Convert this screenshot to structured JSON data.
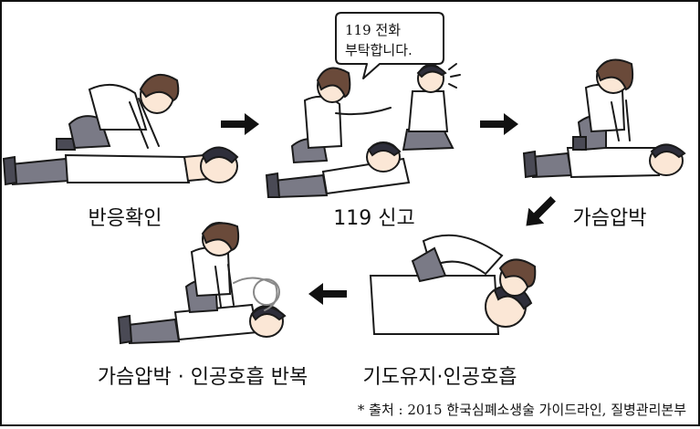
{
  "steps": [
    {
      "label": "반응확인"
    },
    {
      "label": "119 신고"
    },
    {
      "label": "가슴압박"
    },
    {
      "label": "기도유지·인공호흡"
    },
    {
      "label": "가슴압박 · 인공호흡 반복"
    }
  ],
  "speech_bubble": {
    "line1": "119 전화",
    "line2": "부탁합니다."
  },
  "source_note": "* 출처 : 2015 한국심폐소생술 가이드라인, 질병관리본부"
}
